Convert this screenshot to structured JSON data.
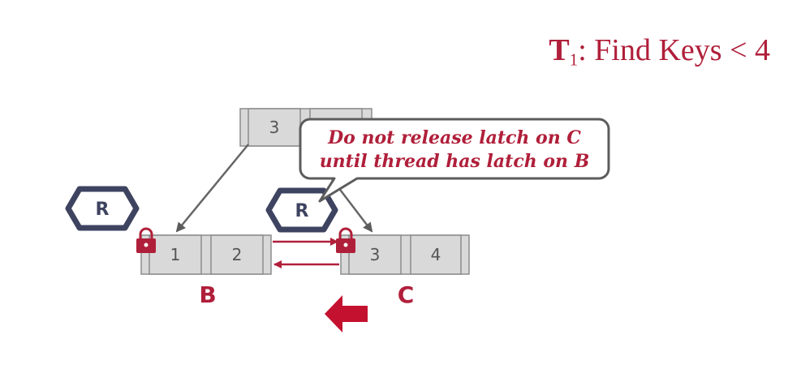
{
  "title": {
    "prefix": "T",
    "subscript": "1",
    "rest": ": Find Keys < 4"
  },
  "root_node": {
    "keys": [
      "3",
      ""
    ]
  },
  "leaf_b": {
    "keys": [
      "1",
      "2"
    ],
    "label": "B"
  },
  "leaf_c": {
    "keys": [
      "3",
      "4"
    ],
    "label": "C"
  },
  "latches": [
    {
      "mode": "R"
    },
    {
      "mode": "R"
    }
  ],
  "callout": {
    "line1": "Do not release latch on C",
    "line2": "until thread has latch on B"
  },
  "colors": {
    "accent": "#b01f3a",
    "node_fill": "#d9d9d9",
    "latch_outline": "#3e4360"
  }
}
